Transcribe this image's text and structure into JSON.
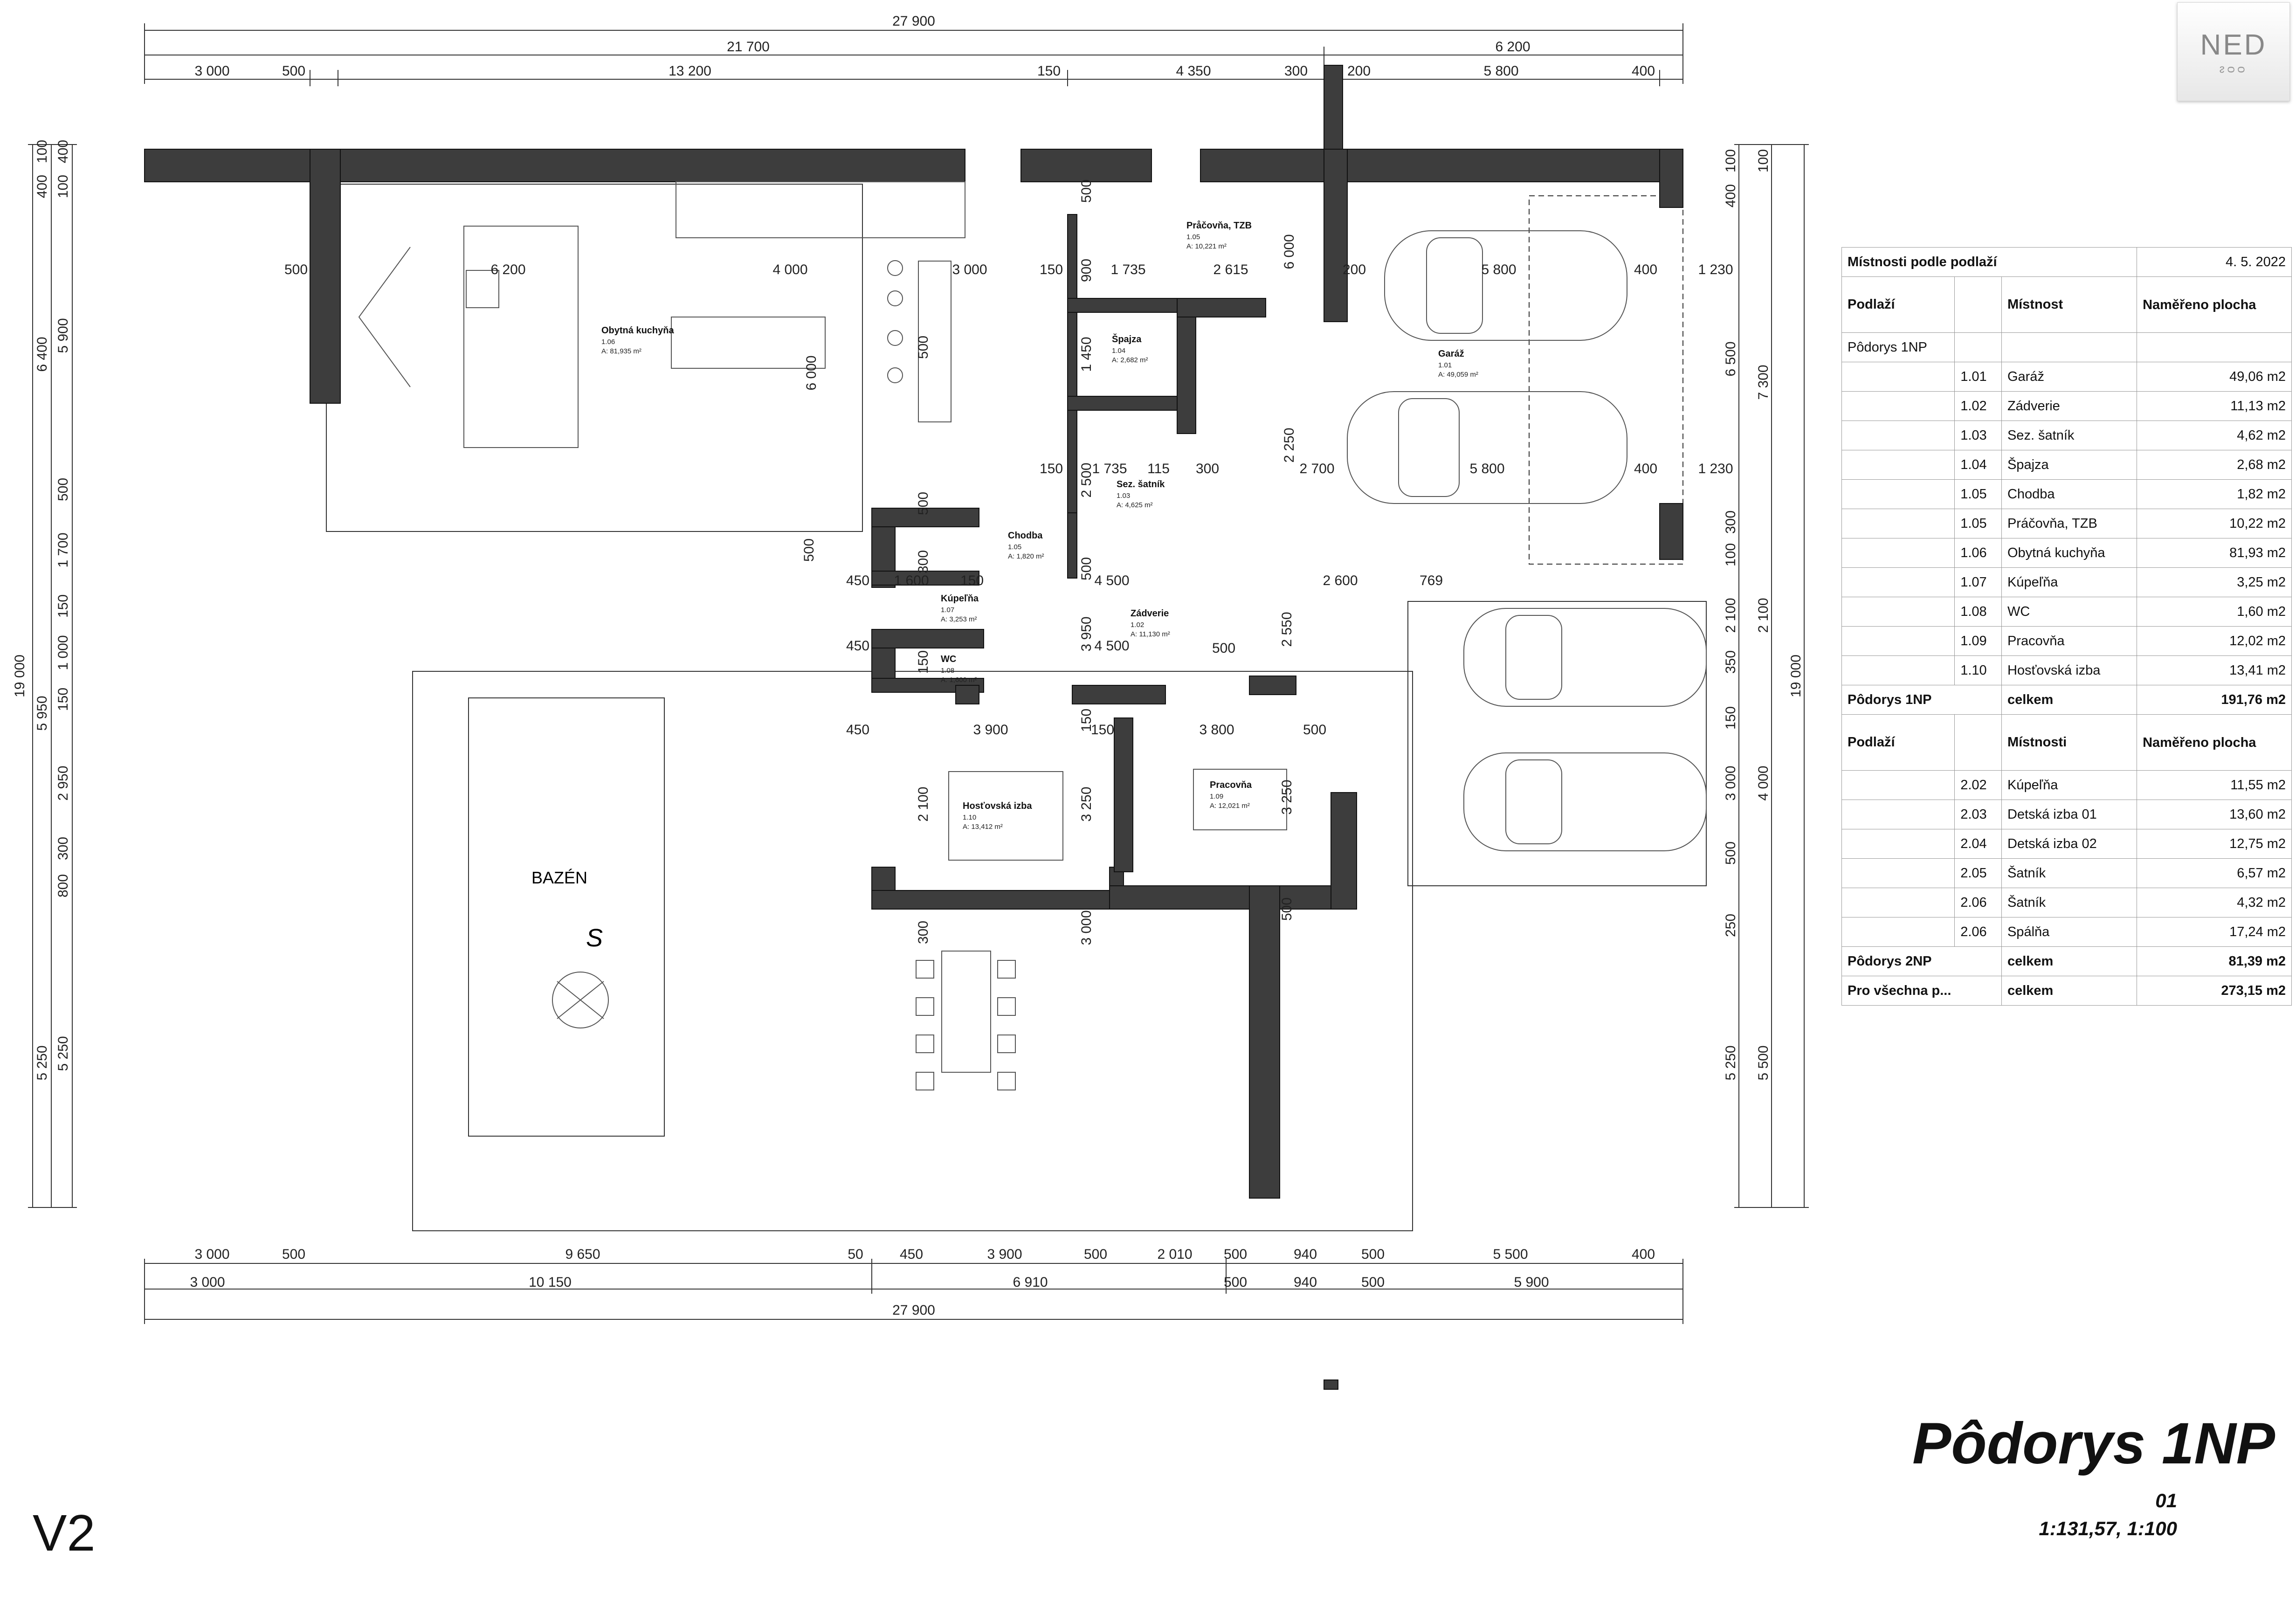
{
  "dimensions": {
    "top": {
      "overall": "27 900",
      "left_part": "21 700",
      "right_part": "6 200",
      "chain": [
        "3 000",
        "500",
        "13 200",
        "150",
        "4 350",
        "300",
        "200",
        "5 800",
        "400"
      ]
    },
    "bottom": {
      "chain1": [
        "3 000",
        "500",
        "9 650",
        "50",
        "450",
        "3 900",
        "500",
        "2 010",
        "500",
        "940",
        "500",
        "5 500",
        "400"
      ],
      "chain2": [
        "3 000",
        "10 150",
        "6 910",
        "500",
        "940",
        "500",
        "5 900"
      ],
      "overall": "27 900"
    },
    "left": {
      "overall": "19 000",
      "chain_a": [
        "400",
        "100",
        "5 900",
        "500",
        "1 700",
        "150",
        "1 000",
        "150",
        "2 950",
        "300",
        "800",
        "5 250"
      ],
      "chain_b": [
        "100",
        "400",
        "6 400",
        "5 950",
        "5 250"
      ]
    },
    "right": {
      "overall": "19 000",
      "chain_a": [
        "100",
        "400",
        "6 500",
        "300",
        "100",
        "2 100",
        "350",
        "150",
        "3 000",
        "500",
        "250",
        "5 250"
      ],
      "chain_b": [
        "100",
        "7 300",
        "2 100",
        "4 000",
        "5 500"
      ]
    },
    "interior": [
      "500",
      "6 200",
      "4 000",
      "3 000",
      "150",
      "1 735",
      "2 615",
      "200",
      "5 800",
      "400",
      "1 230",
      "150",
      "1 735",
      "115",
      "300",
      "2 700",
      "5 800",
      "400",
      "1 230",
      "1 600",
      "150",
      "4 500",
      "4 500",
      "2 600",
      "769",
      "450",
      "450",
      "450",
      "3 900",
      "150",
      "3 800",
      "500",
      "500",
      "500",
      "500",
      "300",
      "500",
      "6 000",
      "6 000",
      "2 250",
      "3 950",
      "2 550",
      "2 100",
      "3 250",
      "3 250",
      "3 000",
      "500",
      "500",
      "500",
      "300",
      "900",
      "150",
      "150",
      "1 450",
      "2 500"
    ]
  },
  "rooms": [
    {
      "name": "Obytná kuchyňa",
      "code": "1.06",
      "area": "A:      81,935 m²"
    },
    {
      "name": "Pråčovňa, TZB",
      "code": "1.05",
      "area": "A:      10,221 m²"
    },
    {
      "name": "Špajza",
      "code": "1.04",
      "area": "A: 2,682 m²"
    },
    {
      "name": "Garáž",
      "code": "1.01",
      "area": "A: 49,059 m²"
    },
    {
      "name": "Sez. šatník",
      "code": "1.03",
      "area": "A:      4,625 m²"
    },
    {
      "name": "Chodba",
      "code": "1.05",
      "area": "A: 1,820 m²"
    },
    {
      "name": "Kúpeľňa",
      "code": "1.07",
      "area": "A: 3,253 m²"
    },
    {
      "name": "Zádverie",
      "code": "1.02",
      "area": "A: 11,130 m²"
    },
    {
      "name": "WC",
      "code": "1.08",
      "area": "A: 1,600 m²"
    },
    {
      "name": "Hosťovská izba",
      "code": "1.10",
      "area": "A:           13,412 m²"
    },
    {
      "name": "Pracovňa",
      "code": "1.09",
      "area": "A: 12,021 m²"
    }
  ],
  "pool": {
    "label": "BAZÉN",
    "compass": "S"
  },
  "table": {
    "title": "Místnosti podle podlaží",
    "date": "4. 5. 2022",
    "header1": {
      "floor": "Podlaží",
      "room": "Místnost",
      "area": "Naměřeno plocha"
    },
    "group1": "Pôdorys 1NP",
    "rows1": [
      {
        "code": "1.01",
        "name": "Garáž",
        "area": "49,06 m2"
      },
      {
        "code": "1.02",
        "name": "Zádverie",
        "area": "11,13 m2"
      },
      {
        "code": "1.03",
        "name": "Sez. šatník",
        "area": "4,62 m2"
      },
      {
        "code": "1.04",
        "name": "Špajza",
        "area": "2,68 m2"
      },
      {
        "code": "1.05",
        "name": "Chodba",
        "area": "1,82 m2"
      },
      {
        "code": "1.05",
        "name": "Práčovňa, TZB",
        "area": "10,22 m2"
      },
      {
        "code": "1.06",
        "name": "Obytná kuchyňa",
        "area": "81,93 m2"
      },
      {
        "code": "1.07",
        "name": "Kúpeľňa",
        "area": "3,25 m2"
      },
      {
        "code": "1.08",
        "name": "WC",
        "area": "1,60 m2"
      },
      {
        "code": "1.09",
        "name": "Pracovňa",
        "area": "12,02 m2"
      },
      {
        "code": "1.10",
        "name": "Hosťovská izba",
        "area": "13,41 m2"
      }
    ],
    "total1": {
      "label": "Pôdorys 1NP",
      "word": "celkem",
      "area": "191,76 m2"
    },
    "header2": {
      "floor": "Podlaží",
      "room": "Místnosti",
      "area": "Naměřeno plocha"
    },
    "rows2": [
      {
        "code": "2.02",
        "name": "Kúpeľňa",
        "area": "11,55 m2"
      },
      {
        "code": "2.03",
        "name": "Detská izba 01",
        "area": "13,60 m2"
      },
      {
        "code": "2.04",
        "name": "Detská izba 02",
        "area": "12,75 m2"
      },
      {
        "code": "2.05",
        "name": "Šatník",
        "area": "6,57 m2"
      },
      {
        "code": "2.06",
        "name": "Šatník",
        "area": "4,32 m2"
      },
      {
        "code": "2.06",
        "name": "Spálňa",
        "area": "17,24 m2"
      }
    ],
    "total2": {
      "label": "Pôdorys 2NP",
      "word": "celkem",
      "area": "81,39 m2"
    },
    "total_all": {
      "label": "Pro všechna p...",
      "word": "celkem",
      "area": "273,15 m2"
    }
  },
  "logo": {
    "mark": "NED",
    "sub": "ᴤᴑᴑ"
  },
  "title": "Pôdorys 1NP",
  "sheet_no": "01",
  "scale": "1:131,57, 1:100",
  "variant": "V2",
  "colors": {
    "wall": "#3d3d3d",
    "line": "#333333",
    "background": "#ffffff"
  }
}
